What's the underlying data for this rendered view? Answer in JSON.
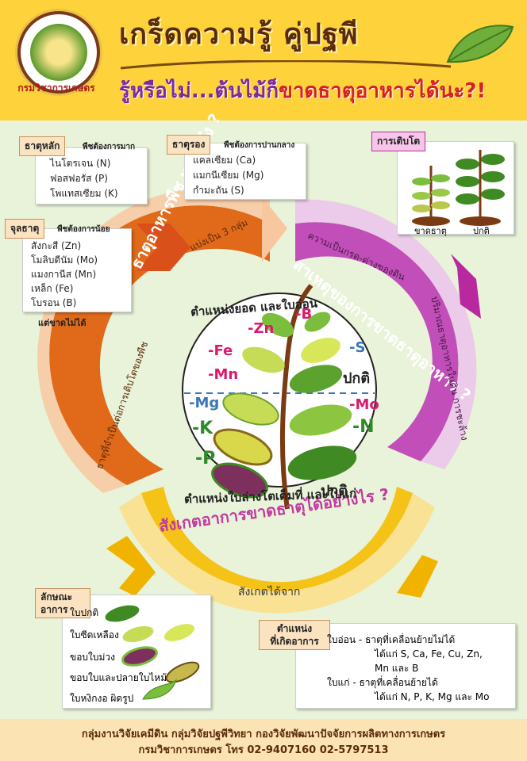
{
  "header": {
    "logo_caption": "กรมวิชาการเกษตร",
    "title": "เกร็ดความรู้ คู่ปฐพี",
    "subtitle_a": "รู้หรือไม่...ต้นไม้ก็",
    "subtitle_b": "ขาดธาตุอาหารได้นะ?!"
  },
  "nutrients": {
    "major": {
      "tag": "ธาตุหลัก",
      "note": "พืชต้องการมาก",
      "items": [
        "ไนโตรเจน (N)",
        "ฟอสฟอรัส (P)",
        "โพแทสเซียม (K)"
      ]
    },
    "secondary": {
      "tag": "ธาตุรอง",
      "note": "พืชต้องการปานกลาง",
      "items": [
        "แคลเซียม (Ca)",
        "แมกนีเซียม (Mg)",
        "กำมะถัน (S)"
      ]
    },
    "micro": {
      "tag": "จุลธาตุ",
      "note": "พืชต้องการน้อย",
      "items": [
        "สังกะสี (Zn)",
        "โมลิบดีนัม (Mo)",
        "แมงกานีส (Mn)",
        "เหล็ก (Fe)",
        "โบรอน (B)"
      ],
      "footnote": "แต่ขาดไม่ได้"
    }
  },
  "growth": {
    "tag": "การเติบโต",
    "deficient": "ขาดธาตุ",
    "normal": "ปกติ"
  },
  "ring": {
    "left_title": "ธาตุอาหารพืช หมายถึง ?",
    "left_desc_a": "ธาตุที่จำเป็นต่อการเติบโตของพืช",
    "left_desc_b": "แบ่งเป็น 3 กลุ่ม",
    "right_title": "สาเหตุของการขาดธาตุอาหาร ?",
    "right_desc_a": "ความเป็นกรด-ด่างของดิน",
    "right_desc_b": "ปริมาณธาตุอาหารในดิน การชะล้าง",
    "bottom_title": "สังเกตอาการขาดธาตุได้อย่างไร ?",
    "bottom_desc": "สังเกตได้จาก"
  },
  "center": {
    "top_caption": "ตำแหน่งยอด และใบอ่อน",
    "bottom_caption": "ตำแหน่งใบล่างโตเต็มที่ และใบแก่",
    "normal_top": "ปกติ",
    "normal_bottom": "ปกติ",
    "labels_pink": [
      "-Zn",
      "-B",
      "-Fe",
      "-Mn"
    ],
    "label_s": "-S",
    "labels_green": [
      "-Mg",
      "-K",
      "-P"
    ],
    "label_mo": "-Mo",
    "label_n": "-N"
  },
  "symptoms": {
    "tag_a": "ลักษณะ",
    "tag_b": "อาการ",
    "items": [
      "ใบปกติ",
      "ใบซีดเหลือง",
      "ขอบใบม่วง",
      "ขอบใบและปลายใบไหม้",
      "ใบหงิกงอ ผิดรูป"
    ]
  },
  "position": {
    "tag_a": "ตำแหน่ง",
    "tag_b": "ที่เกิดอาการ",
    "young_label": "ใบอ่อน",
    "young_desc": "- ธาตุที่เคลื่อนย้ายไม่ได้",
    "young_list_a": "ได้แก่ S, Ca, Fe, Cu, Zn,",
    "young_list_b": "Mn และ B",
    "old_label": "ใบแก่",
    "old_desc": "- ธาตุที่เคลื่อนย้ายได้",
    "old_list": "ได้แก่ N, P, K, Mg และ Mo"
  },
  "footer": {
    "line1": "กลุ่มงานวิจัยเคมีดิน  กลุ่มวิจัยปฐพีวิทยา  กองวิจัยพัฒนาปัจจัยการผลิตทางการเกษตร",
    "line2": "กรมวิชาการเกษตร  โทร 02-9407160  02-5797513"
  },
  "colors": {
    "left_arc": "#e06a1a",
    "right_arc": "#c24fb9",
    "bottom_arc": "#f5c218",
    "header": "#fdd23a"
  }
}
